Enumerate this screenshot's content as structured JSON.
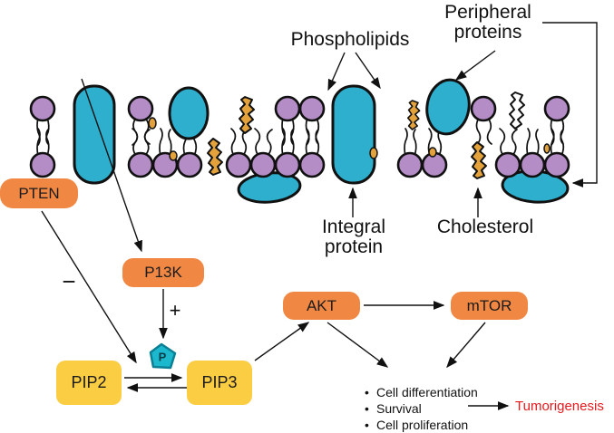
{
  "labels": {
    "phospholipids": "Phospholipids",
    "peripheral_proteins": "Peripheral proteins",
    "integral_protein": "Integral protein",
    "cholesterol": "Cholesterol"
  },
  "nodes": {
    "pten": "PTEN",
    "pi3k": "P13K",
    "pip2": "PIP2",
    "pip3": "PIP3",
    "akt": "AKT",
    "mtor": "mTOR",
    "phosphate": "P"
  },
  "signs": {
    "inhibition": "−",
    "activation": "+"
  },
  "outcomes": {
    "items": [
      "Cell differentiation",
      "Survival",
      "Cell proliferation"
    ],
    "result": "Tumorigenesis"
  },
  "colors": {
    "node_orange": "#f08843",
    "node_yellow": "#fbcd42",
    "protein_teal": "#2fafce",
    "phosphate_teal": "#1cb8ce",
    "lipid_head_purple": "#b58dc6",
    "cholesterol_orange": "#e3a23b",
    "outline_black": "#111111",
    "result_red": "#e8191c"
  }
}
